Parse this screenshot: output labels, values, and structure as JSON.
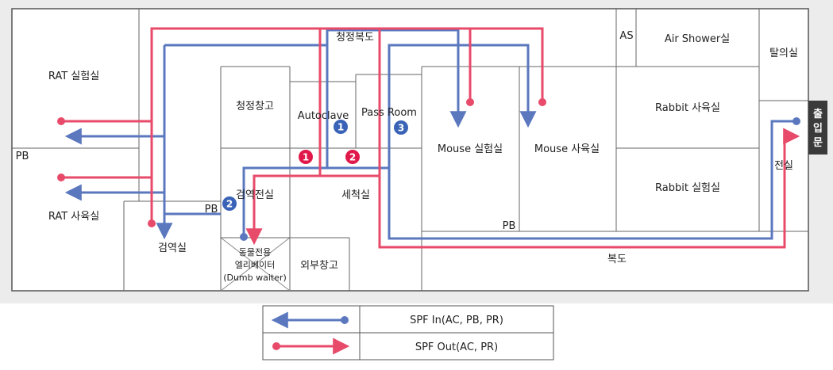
{
  "rooms": {
    "corridor_clean": "청정복도",
    "as": "AS",
    "air_shower": "Air Shower실",
    "undress": "탈의실",
    "rat_lab": "RAT 실험실",
    "rat_breeding": "RAT 사육실",
    "clean_storage": "청정창고",
    "autoclave": "Autoclave",
    "pass_room": "Pass Room",
    "mouse_lab": "Mouse 실험실",
    "mouse_breeding": "Mouse 사육실",
    "rabbit_breeding": "Rabbit 사육실",
    "rabbit_lab": "Rabbit 실험실",
    "anteroom": "전실",
    "quarantine_anteroom": "검역전실",
    "washroom": "세척실",
    "quarantine": "검역실",
    "dumbwaiter_line1": "동물전용",
    "dumbwaiter_line2": "엘리베이터",
    "dumbwaiter_line3": "(Dumb waiter)",
    "outer_storage": "외부창고",
    "corridor": "복도",
    "pb_left": "PB",
    "pb_quarantine": "PB",
    "pb_mouse": "PB"
  },
  "entrance": [
    "출",
    "입",
    "문"
  ],
  "markers": {
    "blue_1": "1",
    "blue_2": "2",
    "blue_3": "3",
    "red_1": "1",
    "red_2": "2"
  },
  "legend": {
    "in_label": "SPF In(AC, PB, PR)",
    "out_label": "SPF Out(AC, PR)"
  },
  "colors": {
    "in": "#5b78bf",
    "out": "#e84a6a",
    "marker_blue": "#3a63b8",
    "marker_red": "#e0194a",
    "wall": "#555555",
    "exit_bg": "#3a3a3a"
  }
}
